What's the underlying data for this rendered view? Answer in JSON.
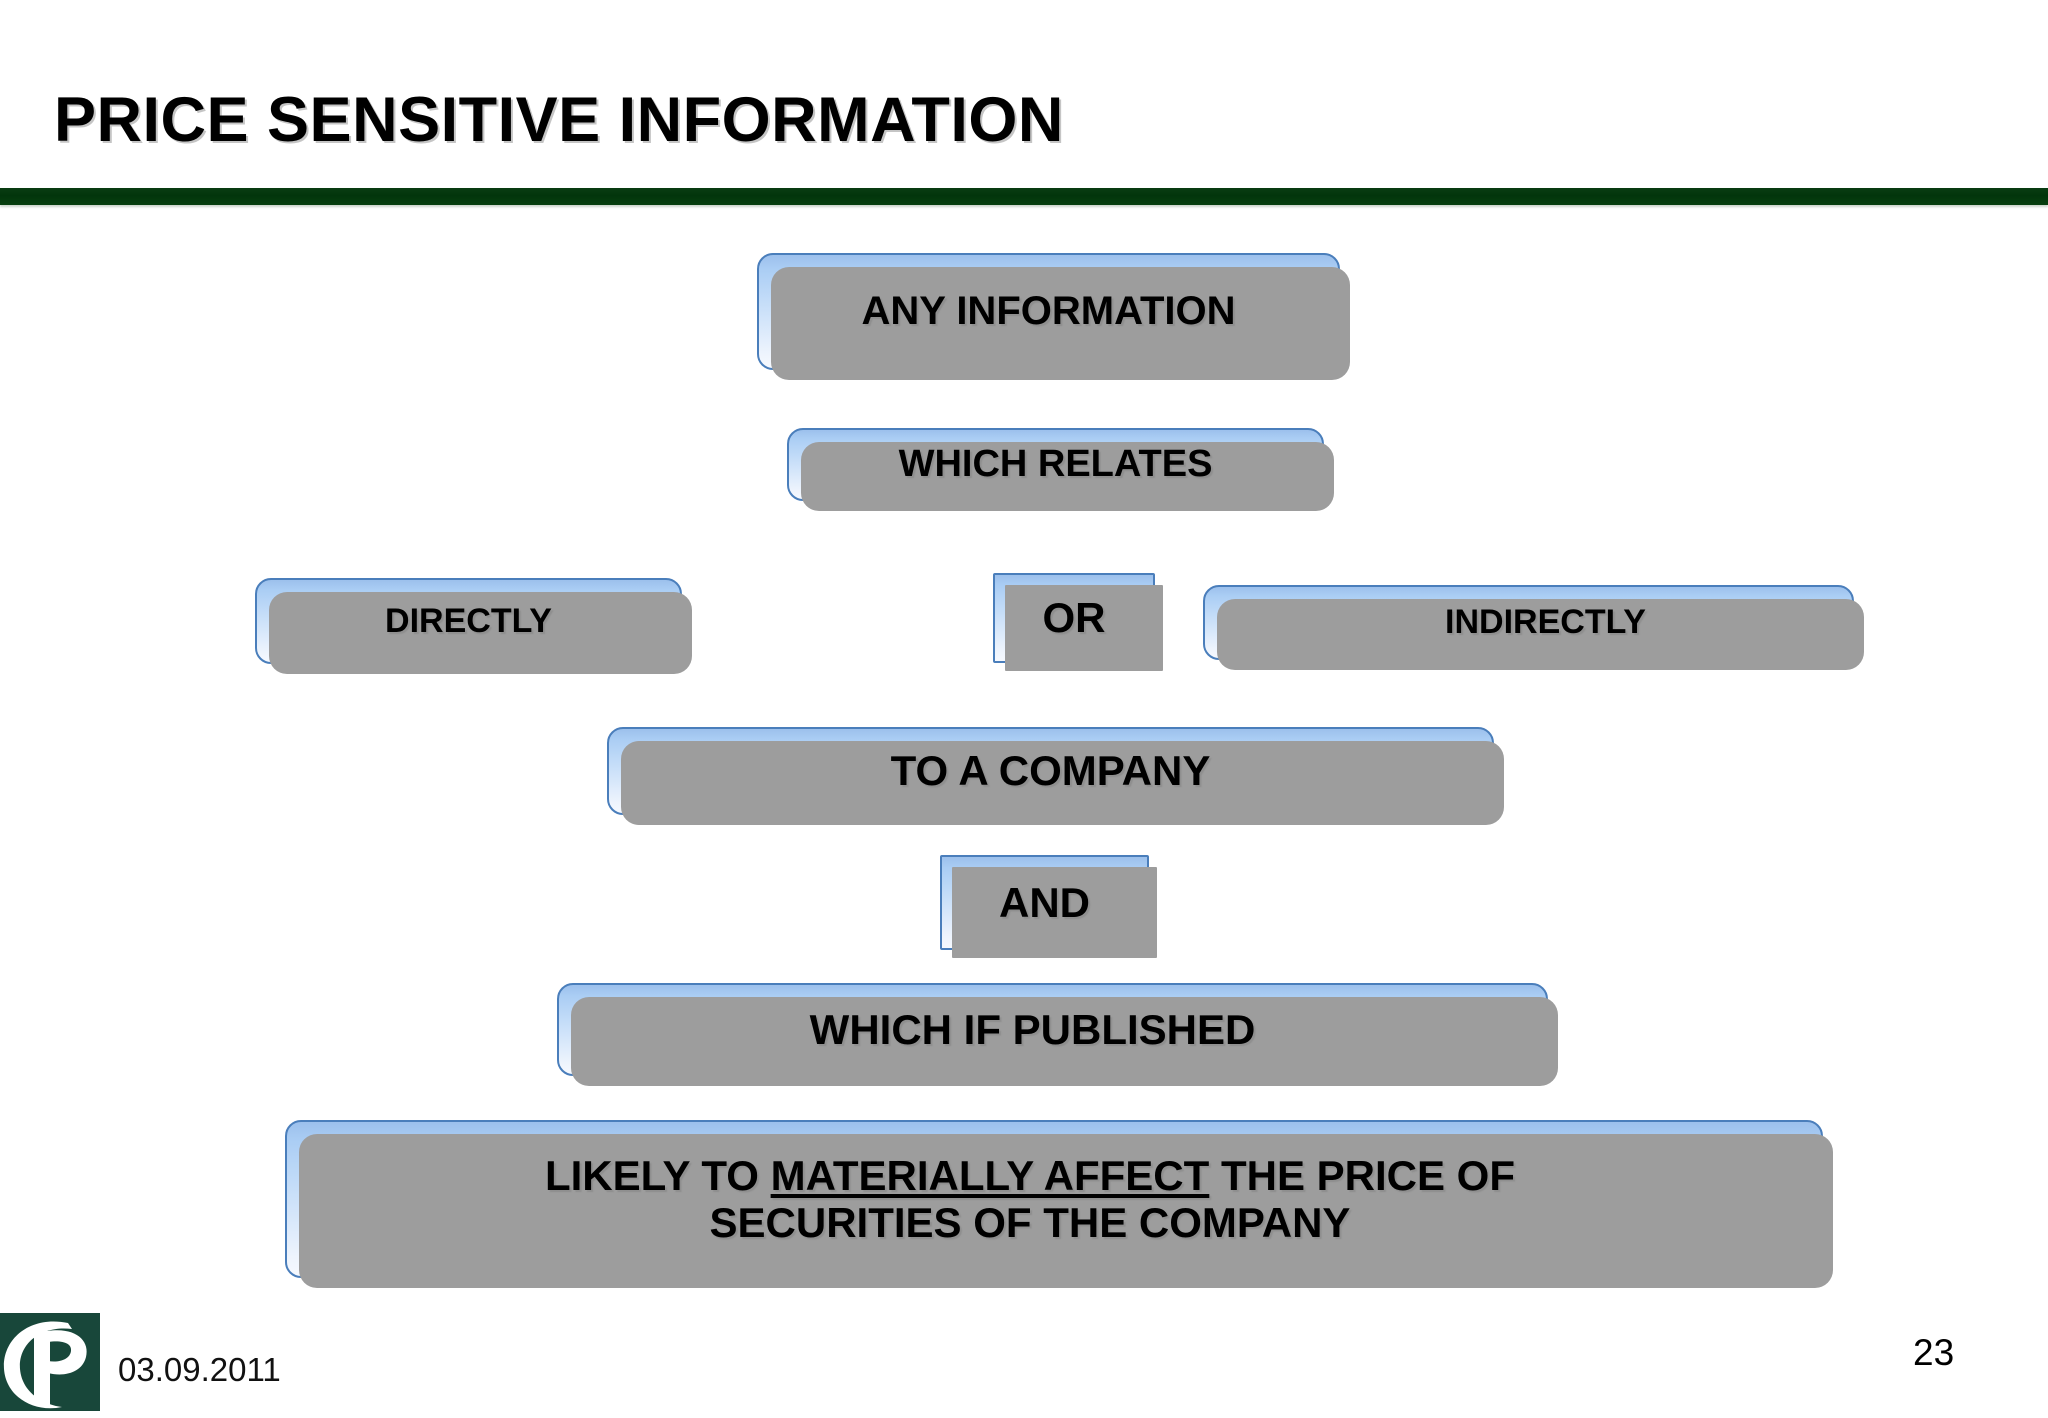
{
  "slide": {
    "title": "PRICE SENSITIVE INFORMATION",
    "accent_color": "#033409",
    "box_fill_top": "#9cc0ec",
    "box_fill_bottom": "#f6f9fe",
    "box_border_color": "#4a7ebb",
    "box_shadow_color": "#9d9d9d",
    "logo_color": "#18473a",
    "background": "#ffffff"
  },
  "flow": {
    "boxes": [
      {
        "id": "any-information",
        "label": "ANY INFORMATION",
        "shape": "rounded"
      },
      {
        "id": "which-relates",
        "label": "WHICH RELATES",
        "shape": "rounded"
      },
      {
        "id": "directly",
        "label": "DIRECTLY",
        "shape": "rounded"
      },
      {
        "id": "or",
        "label": "OR",
        "shape": "rectangle"
      },
      {
        "id": "indirectly",
        "label": "INDIRECTLY",
        "shape": "rounded"
      },
      {
        "id": "to-a-company",
        "label": "TO A COMPANY",
        "shape": "rounded"
      },
      {
        "id": "and",
        "label": "AND",
        "shape": "rectangle"
      },
      {
        "id": "which-if-published",
        "label": "WHICH IF PUBLISHED",
        "shape": "rounded"
      }
    ],
    "final_box": {
      "id": "final",
      "line1_before": "LIKELY TO ",
      "line1_underlined": "MATERIALLY AFFECT",
      "line1_after": " THE PRICE OF",
      "line2": "SECURITIES OF THE COMPANY",
      "shape": "rounded"
    }
  },
  "footer": {
    "logo_name": "company-p-logo",
    "date": "03.09.2011",
    "page_number": "23"
  }
}
